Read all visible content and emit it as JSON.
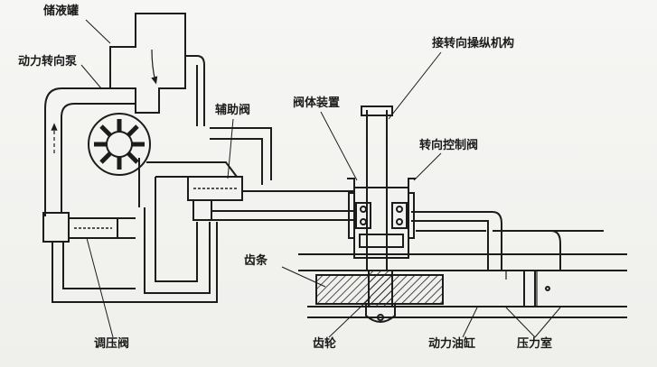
{
  "labels": {
    "reservoir": "储液罐",
    "power_steering_pump": "动力转向泵",
    "auxiliary_valve": "辅助阀",
    "valve_body_assembly": "阀体装置",
    "steering_linkage": "接转向操纵机构",
    "steering_control_valve": "转向控制阀",
    "rack": "齿条",
    "pressure_regulating_valve": "调压阀",
    "pinion_gear": "齿轮",
    "power_cylinder": "动力油缸",
    "pressure_chamber": "压力室"
  },
  "colors": {
    "line": "#1c1c1c",
    "background": "#f4f4f2"
  }
}
